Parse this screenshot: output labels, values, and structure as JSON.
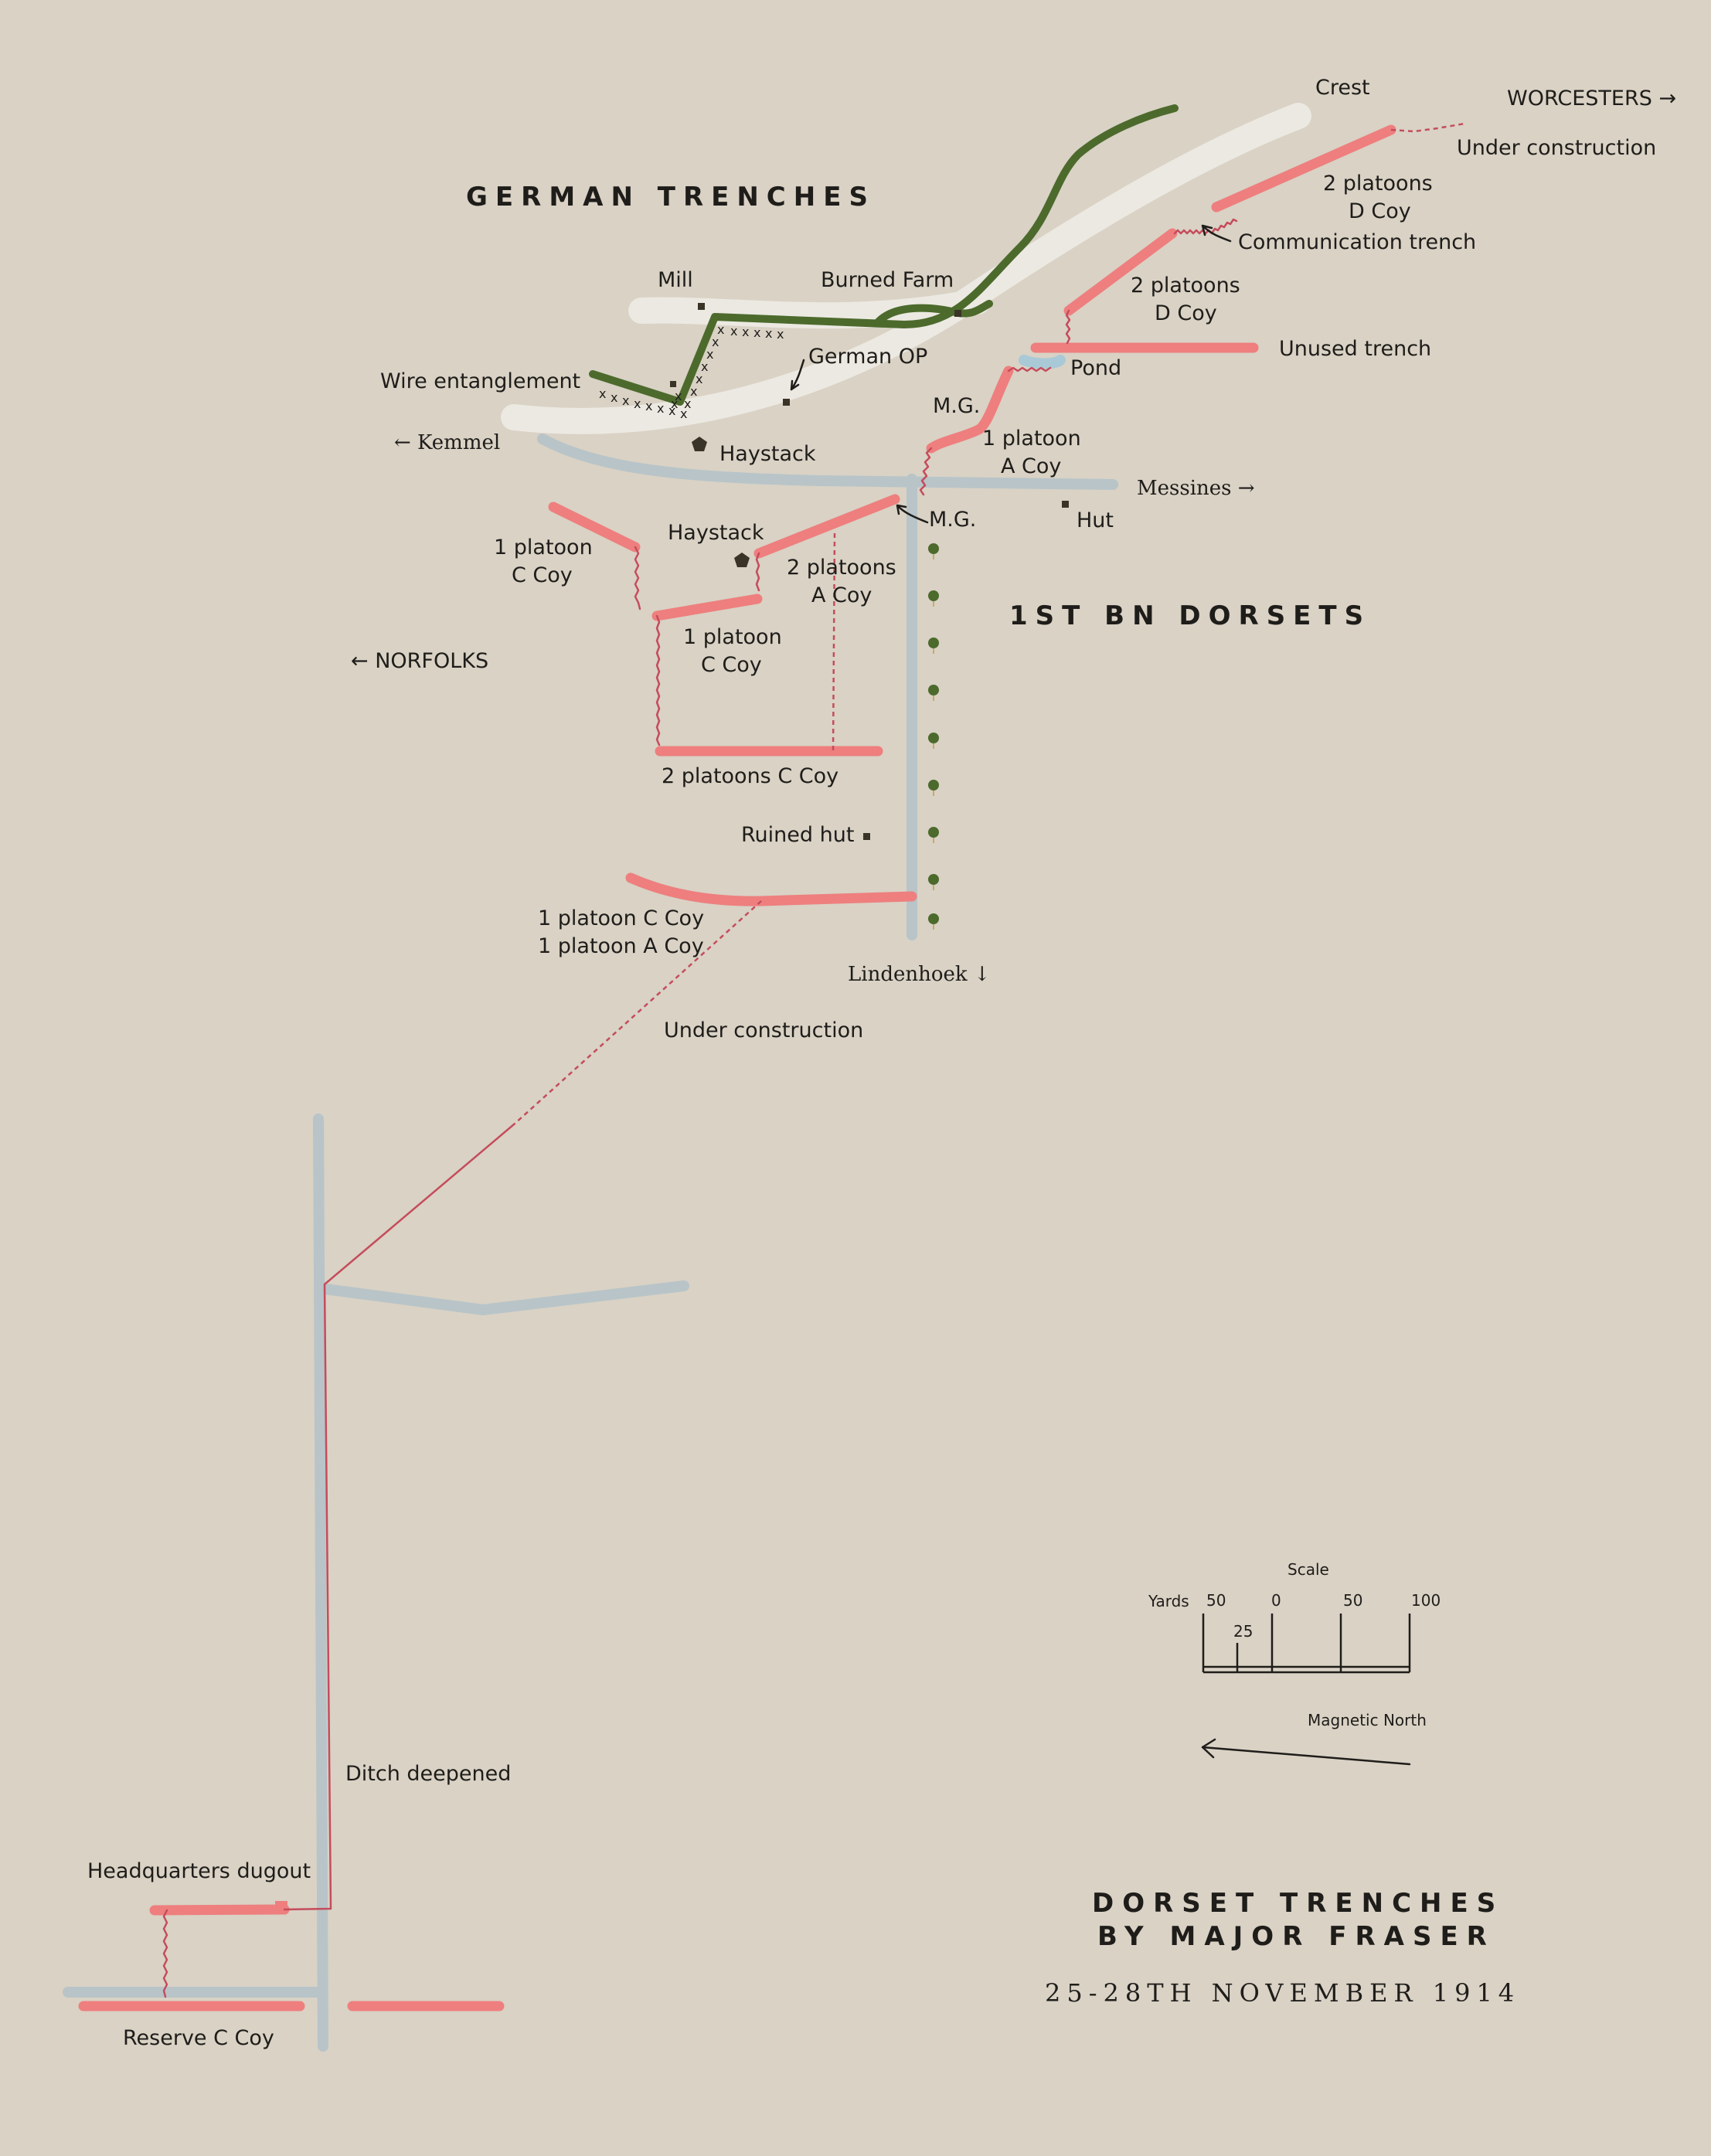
{
  "map_title": {
    "line1": "DORSET TRENCHES",
    "line2": "BY MAJOR FRASER",
    "date": "25-28TH NOVEMBER 1914"
  },
  "headings": {
    "german_trenches": "GERMAN TRENCHES",
    "dorsets": "1ST BN DORSETS"
  },
  "labels": {
    "crest": "Crest",
    "worcesters": "WORCESTERS →",
    "under_construction_top": "Under construction",
    "d_coy_upper_1": "2 platoons",
    "d_coy_upper_2": "D Coy",
    "communication_trench": "Communication trench",
    "d_coy_lower_1": "2 platoons",
    "d_coy_lower_2": "D Coy",
    "unused_trench": "Unused trench",
    "pond": "Pond",
    "mill": "Mill",
    "burned_farm": "Burned Farm",
    "german_op": "German OP",
    "wire_entanglement": "Wire entanglement",
    "kemmel": "← Kemmel",
    "haystack_upper": "Haystack",
    "mg_upper": "M.G.",
    "a_coy_upper_1": "1 platoon",
    "a_coy_upper_2": "A Coy",
    "messines": "Messines →",
    "hut": "Hut",
    "mg_lower": "M.G.",
    "haystack_lower": "Haystack",
    "c_coy_left_1": "1 platoon",
    "c_coy_left_2": "C Coy",
    "a_coy_mid_1": "2 platoons",
    "a_coy_mid_2": "A Coy",
    "norfolks": "← NORFOLKS",
    "c_coy_mid_1": "1 platoon",
    "c_coy_mid_2": "C Coy",
    "c_coy_two": "2 platoons C Coy",
    "ruined_hut": "Ruined hut",
    "mixed_coy_1": "1 platoon C Coy",
    "mixed_coy_2": "1 platoon A Coy",
    "lindenhoek": "Lindenhoek ↓",
    "under_construction_mid": "Under construction",
    "ditch_deepened": "Ditch deepened",
    "hq_dugout": "Headquarters dugout",
    "reserve": "Reserve C Coy"
  },
  "scale": {
    "title": "Scale",
    "unit": "Yards",
    "ticks": [
      "50",
      "0",
      "50",
      "100"
    ],
    "minor": "25"
  },
  "north": {
    "label": "Magnetic North"
  },
  "colors": {
    "background": "#d9d2c5",
    "road": "#b8c4c8",
    "crest": "#ece9e2",
    "german_trench": "#4c6a2c",
    "british_trench": "#ee7f7e",
    "communication": "#c54c5c",
    "pond": "#a9c9d6"
  },
  "icons": {
    "haystack": "pentagon-marker",
    "building": "square-marker",
    "tree": "dot-marker",
    "wire": "x-marks"
  }
}
